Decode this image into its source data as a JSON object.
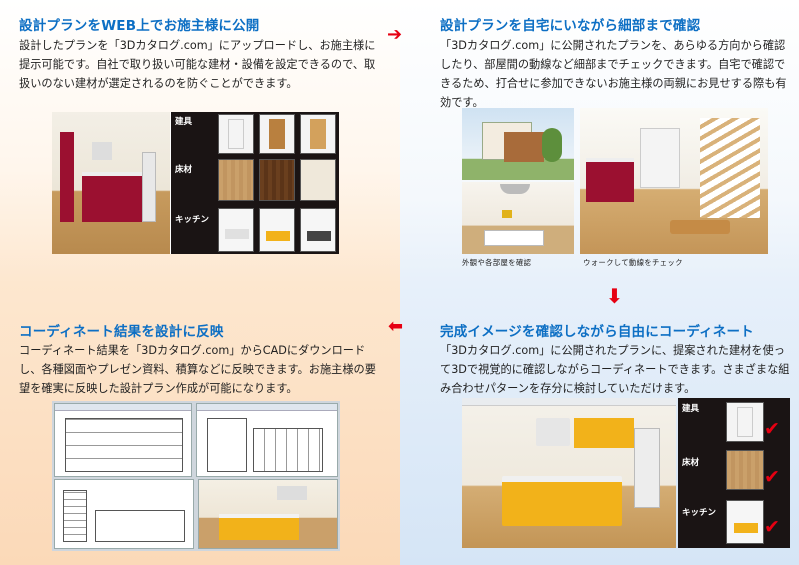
{
  "sections": {
    "upload": {
      "title": "設計プランをWEB上でお施主様に公開",
      "body": "設計したプランを「3Dカタログ.com」にアップロードし、お施主様に提示可能です。自社で取り扱い可能な建材・設備を設定できるので、取扱いのない建材が選定されるのを防ぐことができます。",
      "panel_labels": {
        "door": "建具",
        "floor": "床材",
        "kitchen": "キッチン"
      }
    },
    "confirm": {
      "title": "設計プランを自宅にいながら細部まで確認",
      "body": "「3Dカタログ.com」に公開されたプランを、あらゆる方向から確認したり、部屋間の動線など細部までチェックできます。自宅で確認できるため、打合せに参加できないお施主様の両親にお見せする際も有効です。",
      "caption_left": "外観や各部屋を確認",
      "caption_right": "ウォークして動線をチェック"
    },
    "coordinate": {
      "title": "完成イメージを確認しながら自由にコーディネート",
      "body": "「3Dカタログ.com」に公開されたプランに、提案された建材を使って3Dで視覚的に確認しながらコーディネートできます。さまざまな組み合わせパターンを存分に検討していただけます。",
      "panel_labels": {
        "door": "建具",
        "floor": "床材",
        "kitchen": "キッチン"
      }
    },
    "reflect": {
      "title": "コーディネート結果を設計に反映",
      "body": "コーディネート結果を「3Dカタログ.com」からCADにダウンロードし、各種図面やプレゼン資料、積算などに反映できます。お施主様の要望を確実に反映した設計プラン作成が可能になります。"
    }
  },
  "arrows": {
    "right": "➔",
    "down": "⬇",
    "left": "⬅"
  },
  "colors": {
    "title": "#0d6fc4",
    "arrow": "#e60012",
    "panel": "#1a1414",
    "cabinet": "#9b1030",
    "island": "#f2b21a"
  }
}
